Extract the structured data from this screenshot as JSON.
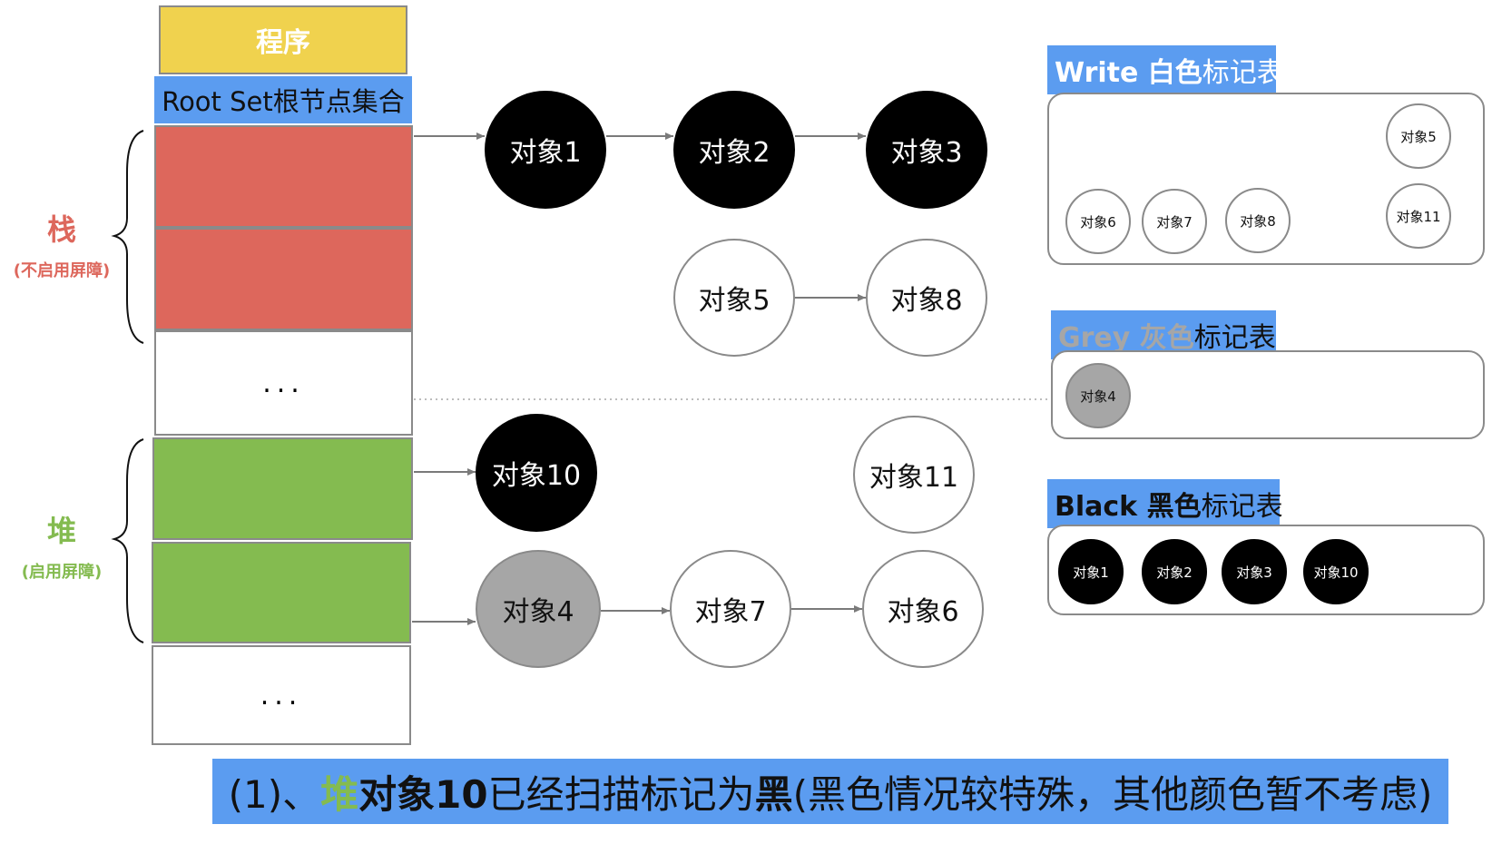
{
  "program_label": "程序",
  "root_set_label": "Root Set根节点集合",
  "ellipsis": "...",
  "stack": {
    "label": "栈",
    "sublabel": "(不启用屏障)",
    "color": "#dd675c"
  },
  "heap": {
    "label": "堆",
    "sublabel": "(启用屏障)",
    "color": "#84bb50"
  },
  "nodes": {
    "obj1": "对象1",
    "obj2": "对象2",
    "obj3": "对象3",
    "obj5": "对象5",
    "obj8": "对象8",
    "obj10": "对象10",
    "obj11": "对象11",
    "obj4": "对象4",
    "obj7": "对象7",
    "obj6": "对象6"
  },
  "tables": {
    "white": {
      "title_bold": "Write 白色",
      "title_rest": "标记表",
      "items": [
        "对象5",
        "对象6",
        "对象7",
        "对象8",
        "对象11"
      ]
    },
    "grey": {
      "title_bold": "Grey 灰色",
      "title_rest": "标记表",
      "items": [
        "对象4"
      ]
    },
    "black": {
      "title_bold": "Black 黑色",
      "title_rest": "标记表",
      "items": [
        "对象1",
        "对象2",
        "对象3",
        "对象10"
      ]
    }
  },
  "caption": {
    "prefix": "(1)、",
    "heap_word": "堆",
    "object": "对象10",
    "middle": "已经扫描标记为",
    "black_word": "黑",
    "suffix": "(黑色情况较特殊，其他颜色暂不考虑)"
  },
  "colors": {
    "white_node": "#ffffff",
    "grey_node": "#a6a6a6",
    "black_node": "#000000",
    "title_bg": "#5b9cf0",
    "program_bg": "#f0d24e",
    "grey_title_text": "#a6a6a6"
  }
}
